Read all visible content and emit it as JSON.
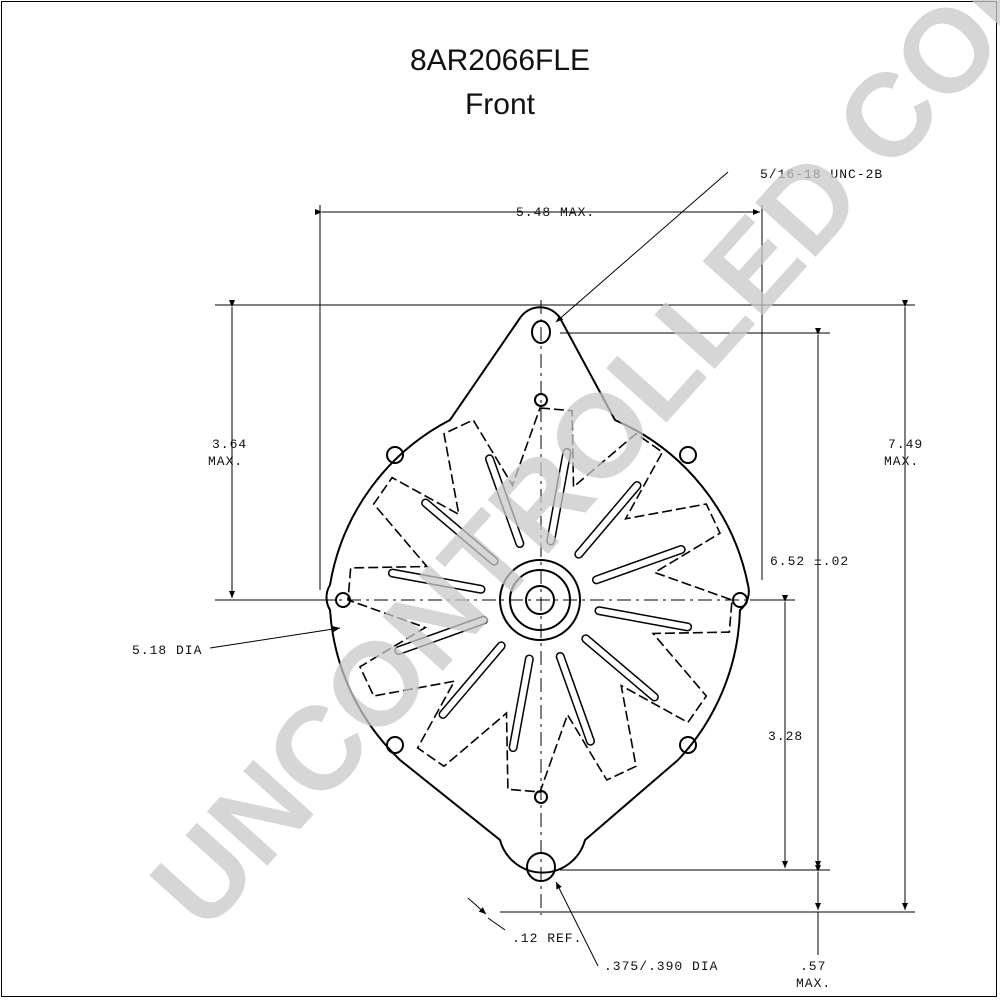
{
  "title": "8AR2066FLE",
  "subtitle": "Front",
  "watermark": "UNCONTROLLED COPY",
  "dimensions": {
    "thread": "5/16-18 UNC-2B",
    "width_max": "5.48 MAX.",
    "upper_height_value": "3.64",
    "upper_height_note": "MAX.",
    "overall_height_value": "7.49",
    "overall_height_note": "MAX.",
    "mount_spacing": "6.52 ±.02",
    "body_dia": "5.18 DIA",
    "lower_height": "3.28",
    "ref_offset": ".12 REF.",
    "hole_dia": ".375/.390 DIA",
    "bottom_value": ".57",
    "bottom_note": "MAX."
  }
}
